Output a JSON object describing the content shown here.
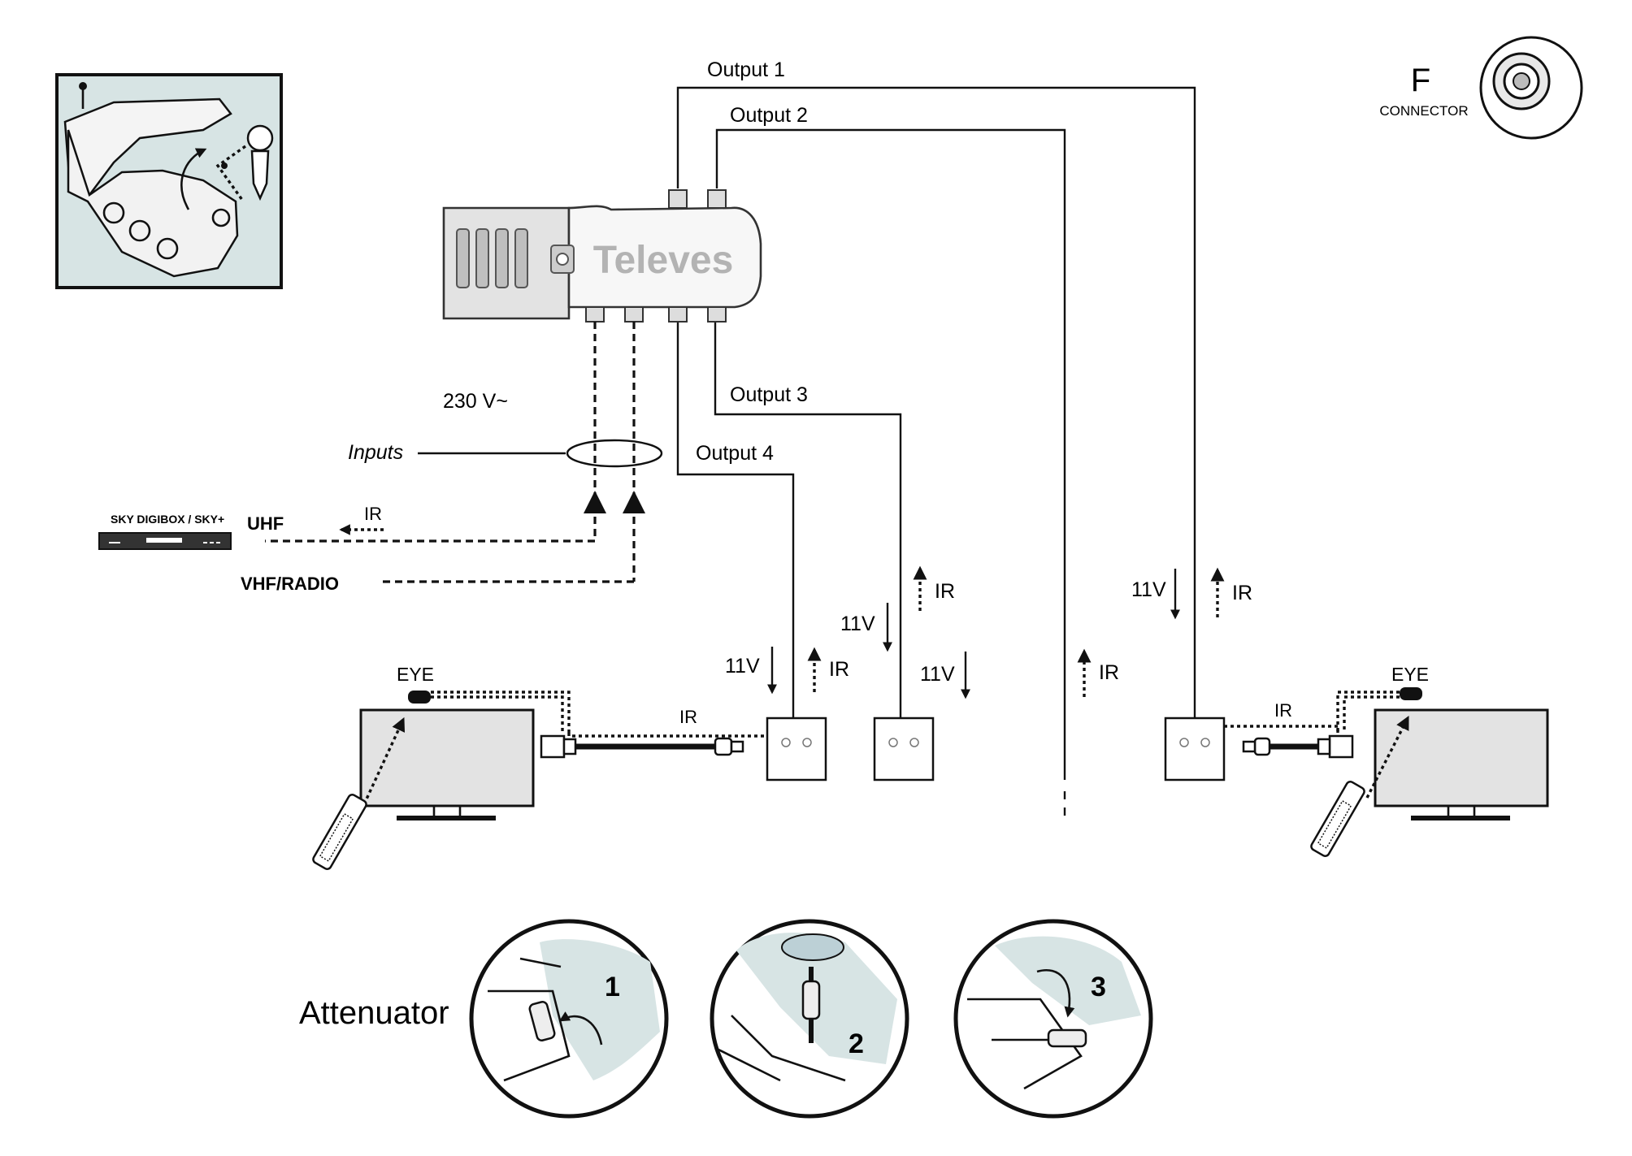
{
  "brand": "Televes",
  "connector": {
    "letter": "F",
    "caption": "CONNECTOR"
  },
  "outputs": [
    "Output 1",
    "Output 2",
    "Output 3",
    "Output 4"
  ],
  "power": "230 V~",
  "inputs_label": "Inputs",
  "receiver": {
    "label": "SKY DIGIBOX / SKY+",
    "signal": "UHF"
  },
  "vhf_label": "VHF/RADIO",
  "ir": "IR",
  "voltage": "11V",
  "eye": "EYE",
  "attenuator": {
    "title": "Attenuator",
    "steps": [
      "1",
      "2",
      "3"
    ]
  },
  "colors": {
    "accent_panel": "#d7e4e4",
    "ink": "#111111",
    "device_grey": "#e3e3e3"
  }
}
